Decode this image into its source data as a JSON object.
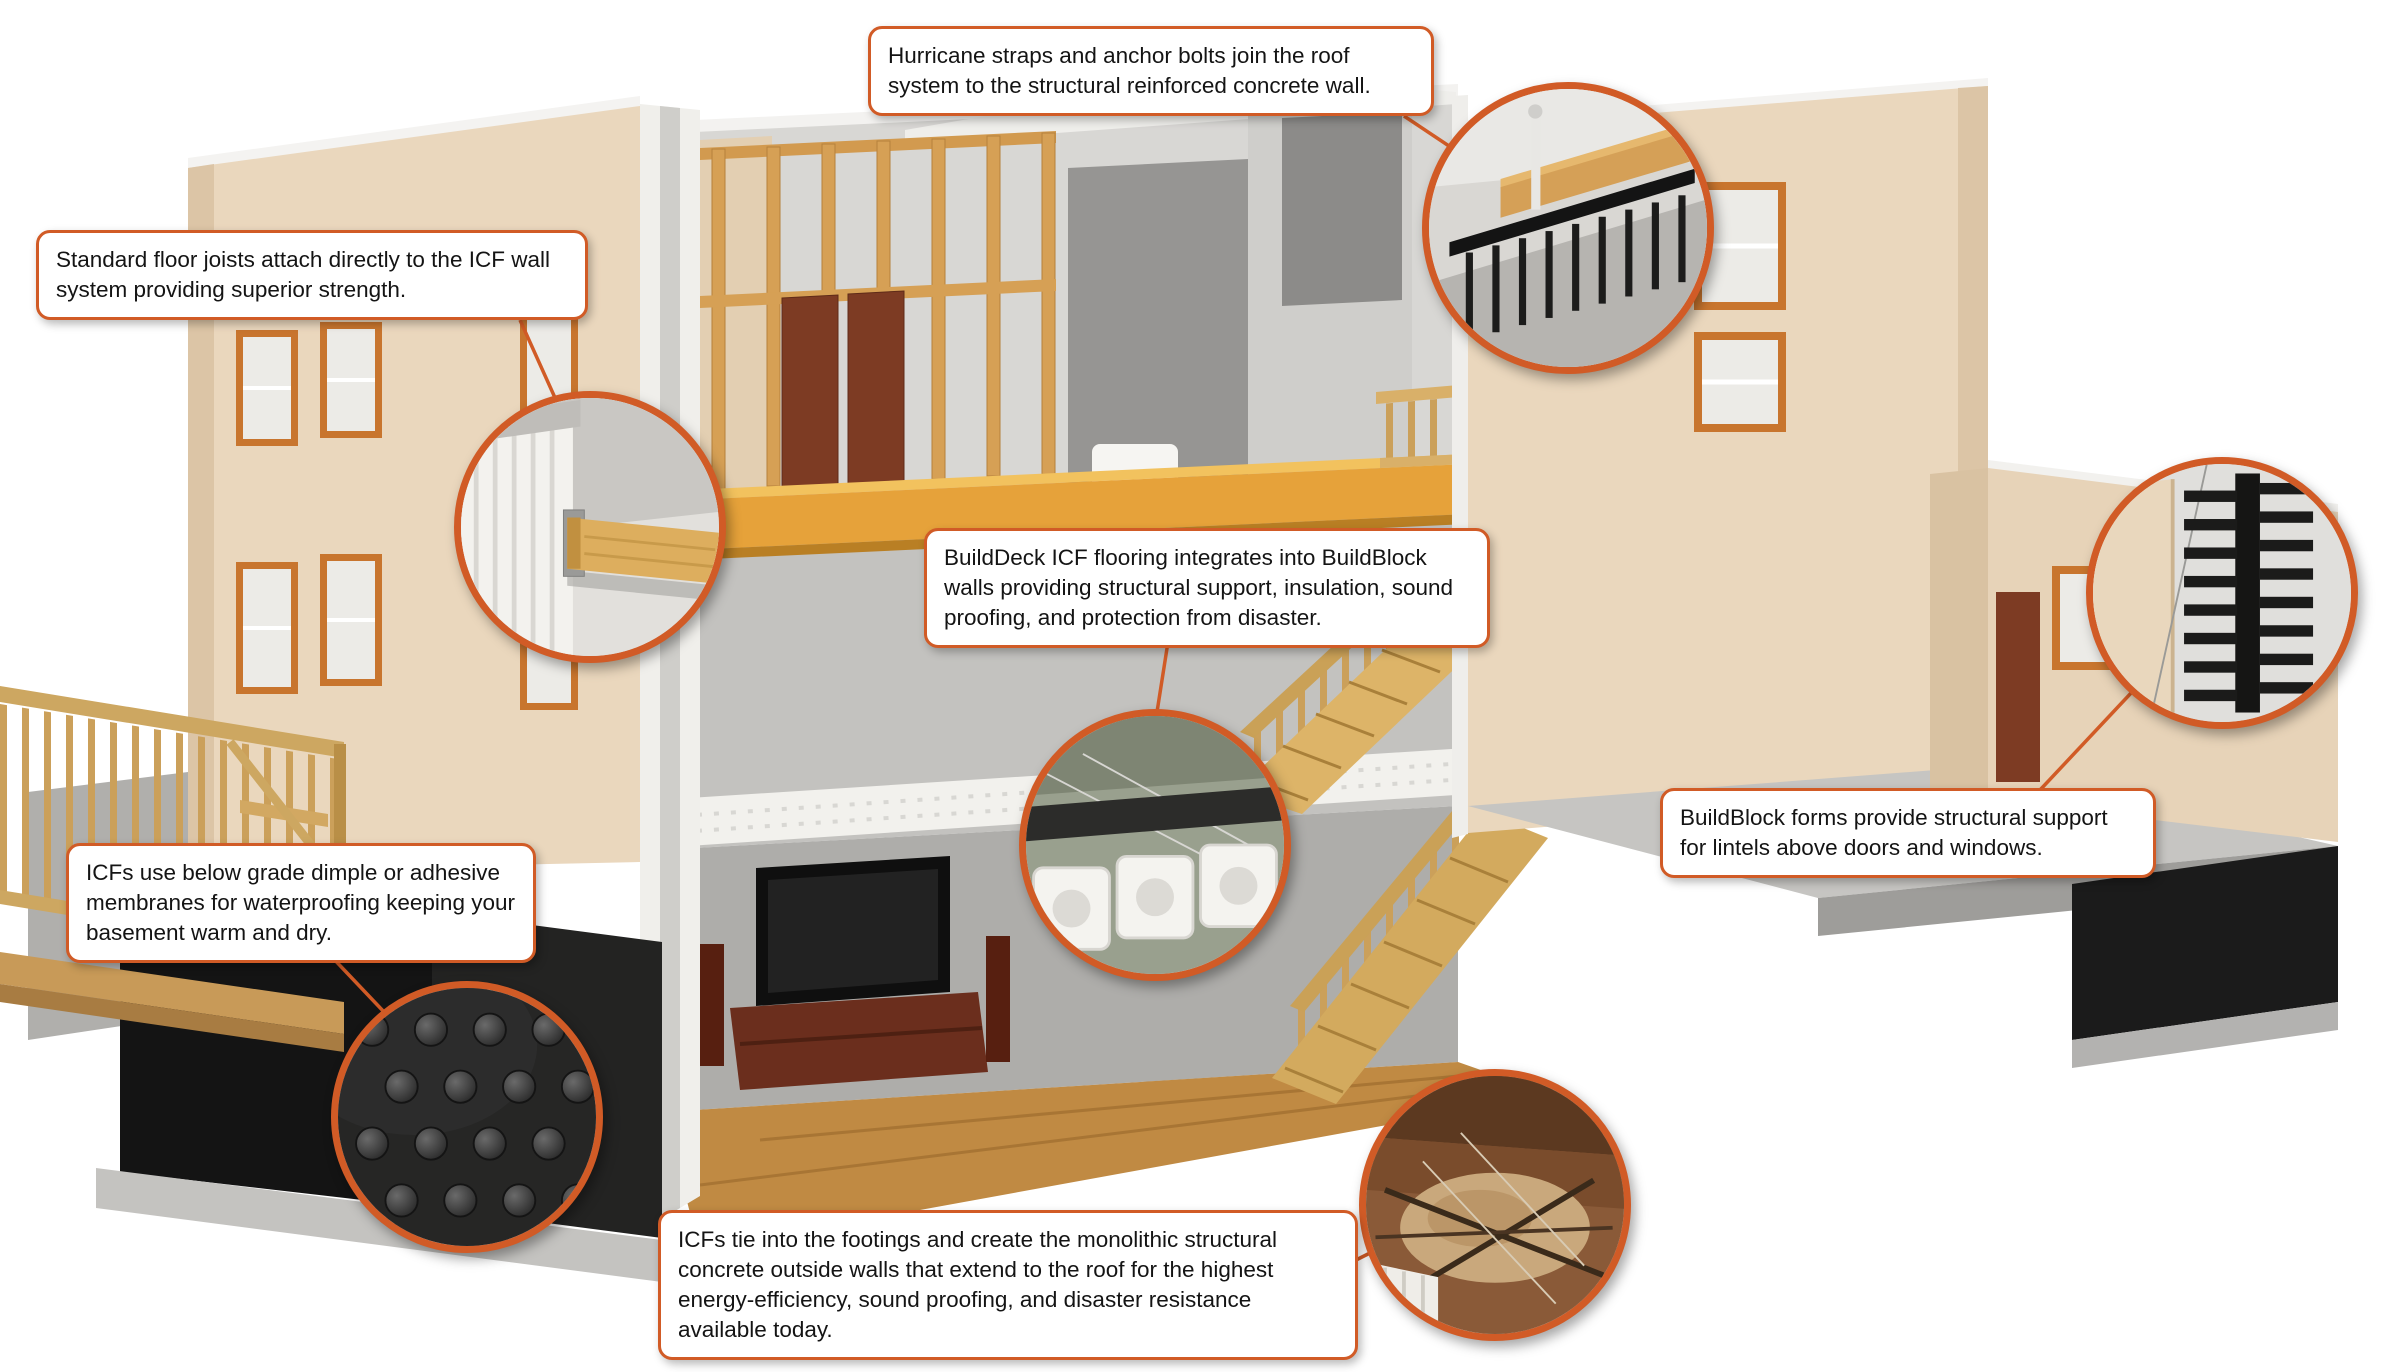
{
  "diagram": {
    "name": "BuildBlock ICF home cutaway benefits diagram",
    "colors": {
      "accent": "#d15b26",
      "wall_beige": "#ead7bd",
      "floor_yellow": "#e6a23a",
      "membrane_black": "#141414"
    },
    "callouts": [
      {
        "id": "hurricane-straps",
        "text": "Hurricane straps and anchor bolts join the roof system to the structural reinforced concrete wall."
      },
      {
        "id": "floor-joists",
        "text": "Standard floor joists attach directly to the ICF wall system providing superior strength."
      },
      {
        "id": "builddeck-flooring",
        "text": "BuildDeck ICF flooring integrates into BuildBlock walls providing structural support, insulation, sound proofing, and protection from disaster."
      },
      {
        "id": "below-grade-membranes",
        "text": "ICFs use below grade dimple or adhesive membranes for waterproofing keeping your basement warm and dry."
      },
      {
        "id": "lintel-forms",
        "text": "BuildBlock forms provide structural support for lintels above doors and windows."
      },
      {
        "id": "footings",
        "text": "ICFs tie into the footings and create the monolithic structural concrete outside walls that extend to the roof for the highest energy-efficiency, sound proofing, and disaster resistance available today."
      }
    ],
    "insets": [
      {
        "id": "roof-anchor-detail",
        "label": "hurricane-strap-anchor-detail"
      },
      {
        "id": "floor-joist-detail",
        "label": "floor-joist-icf-connection-detail"
      },
      {
        "id": "builddeck-detail",
        "label": "builddeck-icf-floor-detail"
      },
      {
        "id": "dimple-membrane-detail",
        "label": "below-grade-dimple-membrane-detail"
      },
      {
        "id": "lintel-detail",
        "label": "lintel-form-detail"
      },
      {
        "id": "footing-detail",
        "label": "footing-concrete-pour-detail"
      }
    ]
  }
}
